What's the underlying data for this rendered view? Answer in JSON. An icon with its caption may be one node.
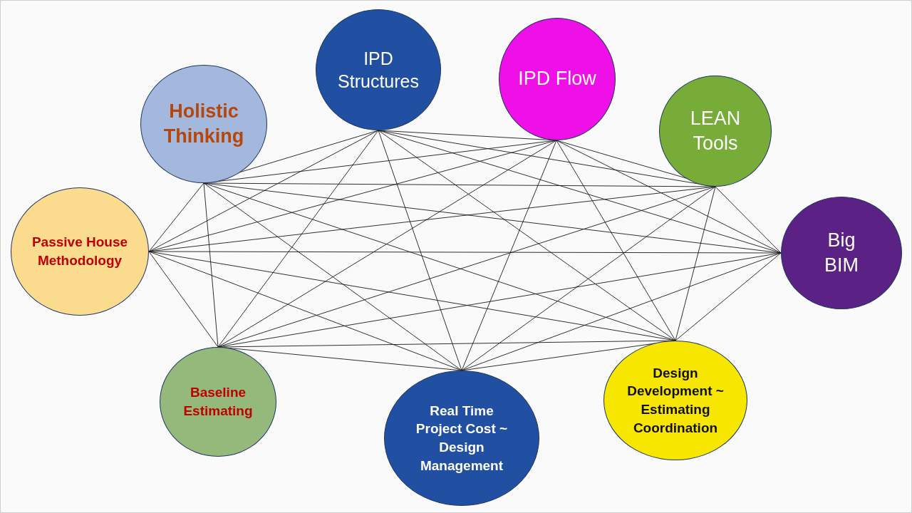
{
  "diagram": {
    "nodes": [
      {
        "text": [
          "Holistic Thinking"
        ]
      },
      {
        "text": [
          "IPD Structures"
        ]
      },
      {
        "text": [
          "IPD Flow"
        ]
      },
      {
        "text": [
          "LEAN Tools"
        ]
      },
      {
        "text": [
          "Passive House Methodology"
        ]
      },
      {
        "text": [
          "Big BIM"
        ]
      },
      {
        "text": [
          "Baseline Estimating"
        ]
      },
      {
        "text": [
          "Real Time Project Cost ~ Design Management"
        ]
      },
      {
        "text": [
          "Design Development ~ Estimating Coordination"
        ]
      }
    ],
    "edges": [
      {
        "from": 0,
        "to": 1,
        "arrow": "none"
      },
      {
        "from": 0,
        "to": 2,
        "arrow": "none"
      },
      {
        "from": 0,
        "to": 3,
        "arrow": "none"
      },
      {
        "from": 0,
        "to": 4,
        "arrow": "none"
      },
      {
        "from": 0,
        "to": 5,
        "arrow": "none"
      },
      {
        "from": 0,
        "to": 6,
        "arrow": "none"
      },
      {
        "from": 0,
        "to": 7,
        "arrow": "none"
      },
      {
        "from": 0,
        "to": 8,
        "arrow": "none"
      },
      {
        "from": 1,
        "to": 2,
        "arrow": "none"
      },
      {
        "from": 1,
        "to": 3,
        "arrow": "none"
      },
      {
        "from": 1,
        "to": 4,
        "arrow": "none"
      },
      {
        "from": 1,
        "to": 5,
        "arrow": "none"
      },
      {
        "from": 1,
        "to": 6,
        "arrow": "none"
      },
      {
        "from": 1,
        "to": 7,
        "arrow": "none"
      },
      {
        "from": 1,
        "to": 8,
        "arrow": "none"
      },
      {
        "from": 2,
        "to": 3,
        "arrow": "none"
      },
      {
        "from": 2,
        "to": 4,
        "arrow": "none"
      },
      {
        "from": 2,
        "to": 5,
        "arrow": "none"
      },
      {
        "from": 2,
        "to": 6,
        "arrow": "none"
      },
      {
        "from": 2,
        "to": 7,
        "arrow": "none"
      },
      {
        "from": 2,
        "to": 8,
        "arrow": "none"
      },
      {
        "from": 3,
        "to": 4,
        "arrow": "none"
      },
      {
        "from": 3,
        "to": 5,
        "arrow": "none"
      },
      {
        "from": 3,
        "to": 6,
        "arrow": "none"
      },
      {
        "from": 3,
        "to": 7,
        "arrow": "none"
      },
      {
        "from": 3,
        "to": 8,
        "arrow": "none"
      },
      {
        "from": 4,
        "to": 5,
        "arrow": "none"
      },
      {
        "from": 4,
        "to": 6,
        "arrow": "none"
      },
      {
        "from": 4,
        "to": 7,
        "arrow": "none"
      },
      {
        "from": 4,
        "to": 8,
        "arrow": "none"
      },
      {
        "from": 5,
        "to": 6,
        "arrow": "none"
      },
      {
        "from": 5,
        "to": 7,
        "arrow": "none"
      },
      {
        "from": 5,
        "to": 8,
        "arrow": "none"
      },
      {
        "from": 6,
        "to": 7,
        "arrow": "none"
      },
      {
        "from": 6,
        "to": 8,
        "arrow": "none"
      },
      {
        "from": 7,
        "to": 8,
        "arrow": "none"
      }
    ]
  }
}
